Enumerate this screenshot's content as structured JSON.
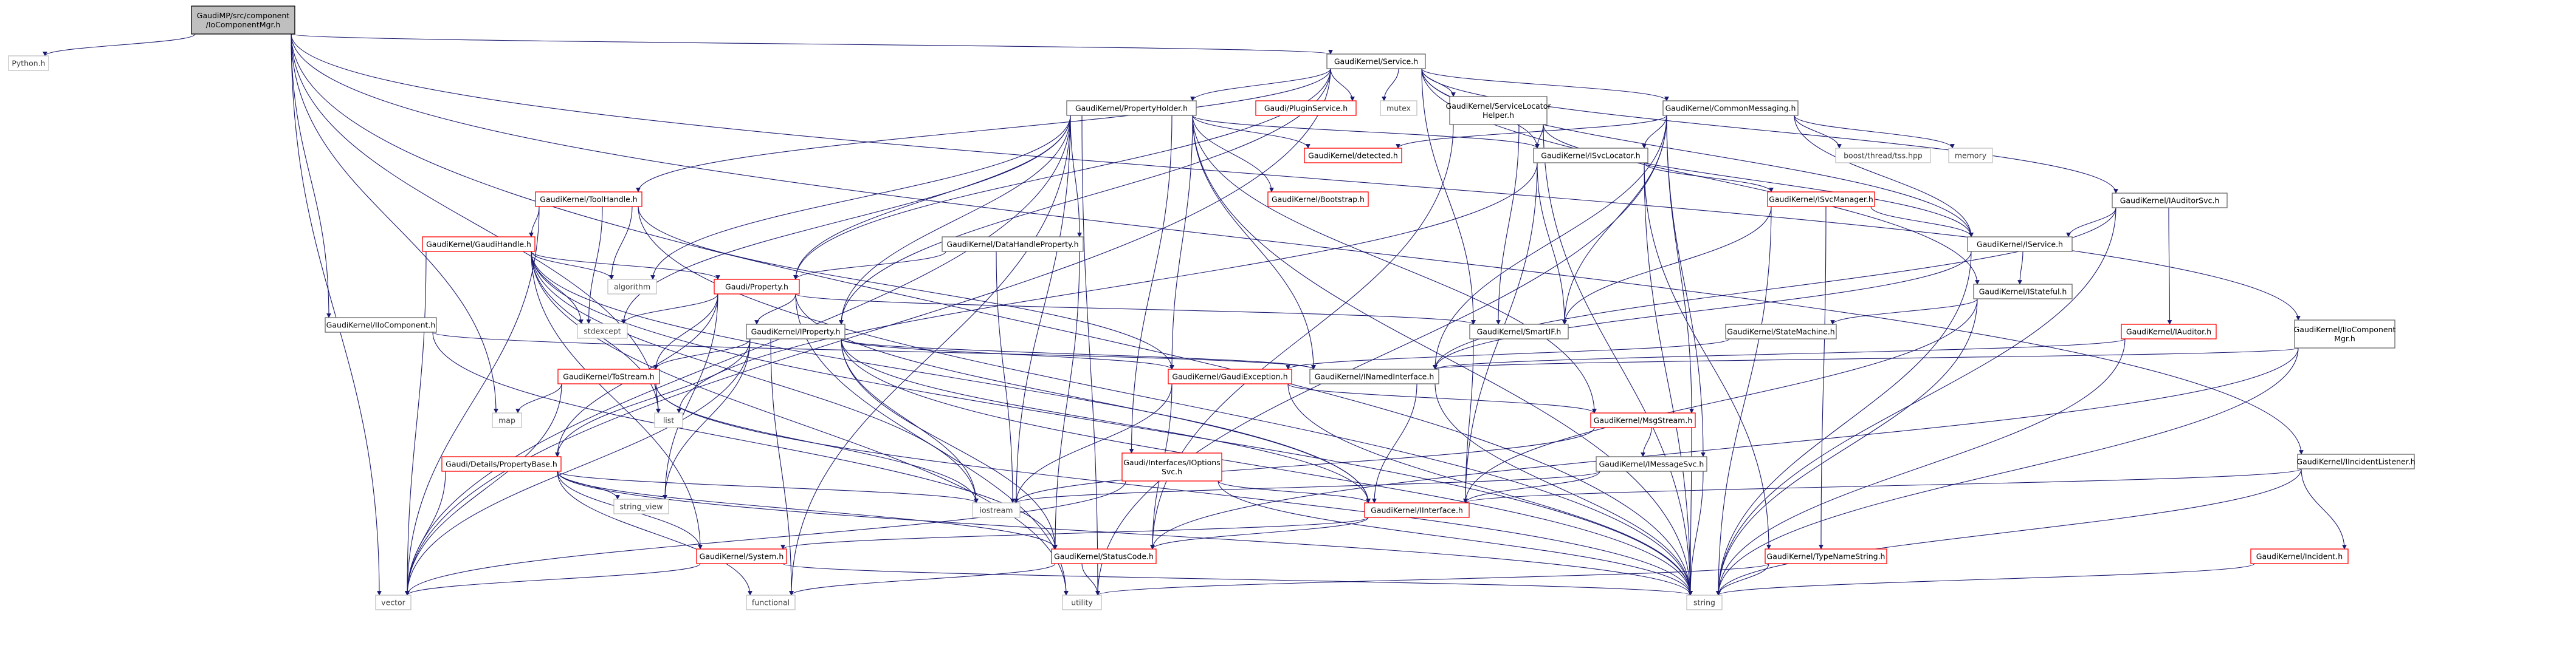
{
  "graph": {
    "type": "include-dependency-graph",
    "colors": {
      "edge": "#191970",
      "documented_border": "#666666",
      "undocumented_border": "#ff0000",
      "external_border": "#bfbfbf",
      "root_fill": "#bfbfbf"
    },
    "nodes": [
      {
        "id": "root",
        "label": [
          "GaudiMP/src/component",
          "/IoComponentMgr.h"
        ],
        "kind": "root"
      },
      {
        "id": "python",
        "label": [
          "Python.h"
        ],
        "kind": "ext"
      },
      {
        "id": "service",
        "label": [
          "GaudiKernel/Service.h"
        ],
        "kind": "doc"
      },
      {
        "id": "iocomp",
        "label": [
          "GaudiKernel/IIoComponent.h"
        ],
        "kind": "doc"
      },
      {
        "id": "iocompmgr",
        "label": [
          "GaudiKernel/IIoComponent",
          "Mgr.h"
        ],
        "kind": "doc"
      },
      {
        "id": "iincl",
        "label": [
          "GaudiKernel/IIncidentListener.h"
        ],
        "kind": "doc"
      },
      {
        "id": "pluginsvc",
        "label": [
          "Gaudi/PluginService.h"
        ],
        "kind": "red"
      },
      {
        "id": "mutex",
        "label": [
          "mutex"
        ],
        "kind": "ext"
      },
      {
        "id": "propholder",
        "label": [
          "GaudiKernel/PropertyHolder.h"
        ],
        "kind": "doc"
      },
      {
        "id": "svclochelper",
        "label": [
          "GaudiKernel/ServiceLocator",
          "Helper.h"
        ],
        "kind": "doc"
      },
      {
        "id": "commmsg",
        "label": [
          "GaudiKernel/CommonMessaging.h"
        ],
        "kind": "doc"
      },
      {
        "id": "iauditorsvc",
        "label": [
          "GaudiKernel/IAuditorSvc.h"
        ],
        "kind": "doc"
      },
      {
        "id": "toolhandle",
        "label": [
          "GaudiKernel/ToolHandle.h"
        ],
        "kind": "red"
      },
      {
        "id": "detected",
        "label": [
          "GaudiKernel/detected.h"
        ],
        "kind": "red"
      },
      {
        "id": "isvclocator",
        "label": [
          "GaudiKernel/ISvcLocator.h"
        ],
        "kind": "doc"
      },
      {
        "id": "boosttss",
        "label": [
          "boost/thread/tss.hpp"
        ],
        "kind": "ext"
      },
      {
        "id": "memory",
        "label": [
          "memory"
        ],
        "kind": "ext"
      },
      {
        "id": "bootstrap",
        "label": [
          "GaudiKernel/Bootstrap.h"
        ],
        "kind": "red"
      },
      {
        "id": "isvcmanager",
        "label": [
          "GaudiKernel/ISvcManager.h"
        ],
        "kind": "red"
      },
      {
        "id": "iservice",
        "label": [
          "GaudiKernel/IService.h"
        ],
        "kind": "doc"
      },
      {
        "id": "gaudihandle",
        "label": [
          "GaudiKernel/GaudiHandle.h"
        ],
        "kind": "red"
      },
      {
        "id": "datahandleprop",
        "label": [
          "GaudiKernel/DataHandleProperty.h"
        ],
        "kind": "doc"
      },
      {
        "id": "algorithm",
        "label": [
          "algorithm"
        ],
        "kind": "ext"
      },
      {
        "id": "property",
        "label": [
          "Gaudi/Property.h"
        ],
        "kind": "red"
      },
      {
        "id": "istateful",
        "label": [
          "GaudiKernel/IStateful.h"
        ],
        "kind": "doc"
      },
      {
        "id": "iauditor",
        "label": [
          "GaudiKernel/IAuditor.h"
        ],
        "kind": "red"
      },
      {
        "id": "stdexcept",
        "label": [
          "stdexcept"
        ],
        "kind": "ext"
      },
      {
        "id": "iproperty",
        "label": [
          "GaudiKernel/IProperty.h"
        ],
        "kind": "doc"
      },
      {
        "id": "smartif",
        "label": [
          "GaudiKernel/SmartIF.h"
        ],
        "kind": "doc"
      },
      {
        "id": "statemachine",
        "label": [
          "GaudiKernel/StateMachine.h"
        ],
        "kind": "doc"
      },
      {
        "id": "tostream",
        "label": [
          "GaudiKernel/ToStream.h"
        ],
        "kind": "red"
      },
      {
        "id": "gaudiexc",
        "label": [
          "GaudiKernel/GaudiException.h"
        ],
        "kind": "red"
      },
      {
        "id": "inamed",
        "label": [
          "GaudiKernel/INamedInterface.h"
        ],
        "kind": "doc"
      },
      {
        "id": "map",
        "label": [
          "map"
        ],
        "kind": "ext"
      },
      {
        "id": "list",
        "label": [
          "list"
        ],
        "kind": "ext"
      },
      {
        "id": "msgstream",
        "label": [
          "GaudiKernel/MsgStream.h"
        ],
        "kind": "red"
      },
      {
        "id": "propbase",
        "label": [
          "Gaudi/Details/PropertyBase.h"
        ],
        "kind": "red"
      },
      {
        "id": "ioptionssvc",
        "label": [
          "Gaudi/Interfaces/IOptions",
          "Svc.h"
        ],
        "kind": "red"
      },
      {
        "id": "imessagesvc",
        "label": [
          "GaudiKernel/IMessageSvc.h"
        ],
        "kind": "doc"
      },
      {
        "id": "stringview",
        "label": [
          "string_view"
        ],
        "kind": "ext"
      },
      {
        "id": "iostream",
        "label": [
          "iostream"
        ],
        "kind": "ext"
      },
      {
        "id": "iinterface",
        "label": [
          "GaudiKernel/IInterface.h"
        ],
        "kind": "red"
      },
      {
        "id": "system",
        "label": [
          "GaudiKernel/System.h"
        ],
        "kind": "red"
      },
      {
        "id": "statuscode",
        "label": [
          "GaudiKernel/StatusCode.h"
        ],
        "kind": "red"
      },
      {
        "id": "typenamestr",
        "label": [
          "GaudiKernel/TypeNameString.h"
        ],
        "kind": "red"
      },
      {
        "id": "incident",
        "label": [
          "GaudiKernel/Incident.h"
        ],
        "kind": "red"
      },
      {
        "id": "vector",
        "label": [
          "vector"
        ],
        "kind": "ext"
      },
      {
        "id": "functional",
        "label": [
          "functional"
        ],
        "kind": "ext"
      },
      {
        "id": "utility",
        "label": [
          "utility"
        ],
        "kind": "ext"
      },
      {
        "id": "string",
        "label": [
          "string"
        ],
        "kind": "ext"
      }
    ],
    "edges": [
      [
        "root",
        "python"
      ],
      [
        "root",
        "service"
      ],
      [
        "root",
        "iocomp"
      ],
      [
        "root",
        "iocompmgr"
      ],
      [
        "root",
        "iincl"
      ],
      [
        "root",
        "map"
      ],
      [
        "root",
        "list"
      ],
      [
        "root",
        "vector"
      ],
      [
        "root",
        "string"
      ],
      [
        "service",
        "pluginsvc"
      ],
      [
        "service",
        "mutex"
      ],
      [
        "service",
        "propholder"
      ],
      [
        "service",
        "svclochelper"
      ],
      [
        "service",
        "commmsg"
      ],
      [
        "service",
        "iauditorsvc"
      ],
      [
        "service",
        "toolhandle"
      ],
      [
        "service",
        "isvclocator"
      ],
      [
        "service",
        "iservice"
      ],
      [
        "service",
        "property"
      ],
      [
        "service",
        "iproperty"
      ],
      [
        "service",
        "smartif"
      ],
      [
        "service",
        "istateful"
      ],
      [
        "service",
        "vector"
      ],
      [
        "propholder",
        "detected"
      ],
      [
        "propholder",
        "isvclocator"
      ],
      [
        "propholder",
        "bootstrap"
      ],
      [
        "propholder",
        "datahandleprop"
      ],
      [
        "propholder",
        "property"
      ],
      [
        "propholder",
        "iproperty"
      ],
      [
        "propholder",
        "gaudiexc"
      ],
      [
        "propholder",
        "inamed"
      ],
      [
        "propholder",
        "msgstream"
      ],
      [
        "propholder",
        "ioptionssvc"
      ],
      [
        "propholder",
        "stdexcept"
      ],
      [
        "propholder",
        "algorithm"
      ],
      [
        "propholder",
        "iostream"
      ],
      [
        "propholder",
        "functional"
      ],
      [
        "propholder",
        "utility"
      ],
      [
        "propholder",
        "vector"
      ],
      [
        "propholder",
        "string"
      ],
      [
        "svclochelper",
        "isvclocator"
      ],
      [
        "svclochelper",
        "iservice"
      ],
      [
        "svclochelper",
        "smartif"
      ],
      [
        "svclochelper",
        "statuscode"
      ],
      [
        "svclochelper",
        "string"
      ],
      [
        "commmsg",
        "detected"
      ],
      [
        "commmsg",
        "isvclocator"
      ],
      [
        "commmsg",
        "boosttss"
      ],
      [
        "commmsg",
        "memory"
      ],
      [
        "commmsg",
        "iservice"
      ],
      [
        "commmsg",
        "smartif"
      ],
      [
        "commmsg",
        "inamed"
      ],
      [
        "commmsg",
        "msgstream"
      ],
      [
        "commmsg",
        "imessagesvc"
      ],
      [
        "commmsg",
        "utility"
      ],
      [
        "iauditorsvc",
        "iservice"
      ],
      [
        "iauditorsvc",
        "iauditor"
      ],
      [
        "iauditorsvc",
        "inamed"
      ],
      [
        "iauditorsvc",
        "string"
      ],
      [
        "toolhandle",
        "gaudihandle"
      ],
      [
        "toolhandle",
        "algorithm"
      ],
      [
        "toolhandle",
        "stdexcept"
      ],
      [
        "toolhandle",
        "gaudiexc"
      ],
      [
        "toolhandle",
        "vector"
      ],
      [
        "toolhandle",
        "string"
      ],
      [
        "isvclocator",
        "isvcmanager"
      ],
      [
        "isvclocator",
        "smartif"
      ],
      [
        "isvclocator",
        "iinterface"
      ],
      [
        "isvclocator",
        "typenamestr"
      ],
      [
        "isvclocator",
        "list"
      ],
      [
        "isvclocator",
        "string"
      ],
      [
        "isvcmanager",
        "iservice"
      ],
      [
        "isvcmanager",
        "smartif"
      ],
      [
        "isvcmanager",
        "typenamestr"
      ],
      [
        "isvcmanager",
        "string"
      ],
      [
        "iservice",
        "istateful"
      ],
      [
        "iservice",
        "inamed"
      ],
      [
        "iservice",
        "string"
      ],
      [
        "istateful",
        "statemachine"
      ],
      [
        "istateful",
        "iinterface"
      ],
      [
        "istateful",
        "string"
      ],
      [
        "iauditor",
        "inamed"
      ],
      [
        "iauditor",
        "string"
      ],
      [
        "gaudihandle",
        "property"
      ],
      [
        "gaudihandle",
        "algorithm"
      ],
      [
        "gaudihandle",
        "stdexcept"
      ],
      [
        "gaudihandle",
        "iinterface"
      ],
      [
        "gaudihandle",
        "system"
      ],
      [
        "gaudihandle",
        "iostream"
      ],
      [
        "gaudihandle",
        "list"
      ],
      [
        "gaudihandle",
        "vector"
      ],
      [
        "gaudihandle",
        "string"
      ],
      [
        "gaudihandle",
        "utility"
      ],
      [
        "datahandleprop",
        "property"
      ],
      [
        "datahandleprop",
        "statuscode"
      ],
      [
        "datahandleprop",
        "iostream"
      ],
      [
        "property",
        "iproperty"
      ],
      [
        "property",
        "smartif"
      ],
      [
        "property",
        "tostream"
      ],
      [
        "property",
        "propbase"
      ],
      [
        "property",
        "stdexcept"
      ],
      [
        "property",
        "stringview"
      ],
      [
        "property",
        "utility"
      ],
      [
        "property",
        "iinterface"
      ],
      [
        "iproperty",
        "inamed"
      ],
      [
        "iproperty",
        "gaudiexc"
      ],
      [
        "iproperty",
        "iinterface"
      ],
      [
        "iproperty",
        "tostream"
      ],
      [
        "iproperty",
        "propbase"
      ],
      [
        "iproperty",
        "statuscode"
      ],
      [
        "iproperty",
        "stringview"
      ],
      [
        "iproperty",
        "iostream"
      ],
      [
        "iproperty",
        "functional"
      ],
      [
        "iproperty",
        "string"
      ],
      [
        "iproperty",
        "vector"
      ],
      [
        "smartif",
        "iinterface"
      ],
      [
        "statemachine",
        "gaudiexc"
      ],
      [
        "tostream",
        "map"
      ],
      [
        "tostream",
        "list"
      ],
      [
        "tostream",
        "iostream"
      ],
      [
        "tostream",
        "vector"
      ],
      [
        "tostream",
        "string"
      ],
      [
        "gaudiexc",
        "msgstream"
      ],
      [
        "gaudiexc",
        "statuscode"
      ],
      [
        "gaudiexc",
        "iostream"
      ],
      [
        "gaudiexc",
        "string"
      ],
      [
        "inamed",
        "iinterface"
      ],
      [
        "inamed",
        "string"
      ],
      [
        "msgstream",
        "imessagesvc"
      ],
      [
        "msgstream",
        "iostream"
      ],
      [
        "msgstream",
        "string"
      ],
      [
        "propbase",
        "stringview"
      ],
      [
        "propbase",
        "iostream"
      ],
      [
        "propbase",
        "system"
      ],
      [
        "propbase",
        "statuscode"
      ],
      [
        "propbase",
        "functional"
      ],
      [
        "propbase",
        "string"
      ],
      [
        "propbase",
        "vector"
      ],
      [
        "ioptionssvc",
        "iinterface"
      ],
      [
        "ioptionssvc",
        "vector"
      ],
      [
        "ioptionssvc",
        "string"
      ],
      [
        "imessagesvc",
        "iinterface"
      ],
      [
        "imessagesvc",
        "iostream"
      ],
      [
        "imessagesvc",
        "string"
      ],
      [
        "iinterface",
        "system"
      ],
      [
        "iinterface",
        "statuscode"
      ],
      [
        "system",
        "vector"
      ],
      [
        "system",
        "string"
      ],
      [
        "statuscode",
        "functional"
      ],
      [
        "statuscode",
        "utility"
      ],
      [
        "typenamestr",
        "string"
      ],
      [
        "typenamestr",
        "utility"
      ],
      [
        "iincl",
        "iinterface"
      ],
      [
        "iincl",
        "incident"
      ],
      [
        "iincl",
        "string"
      ],
      [
        "incident",
        "string"
      ],
      [
        "iocomp",
        "inamed"
      ],
      [
        "iocomp",
        "statuscode"
      ],
      [
        "iocompmgr",
        "inamed"
      ],
      [
        "iocompmgr",
        "statuscode"
      ],
      [
        "iocompmgr",
        "string"
      ]
    ]
  }
}
